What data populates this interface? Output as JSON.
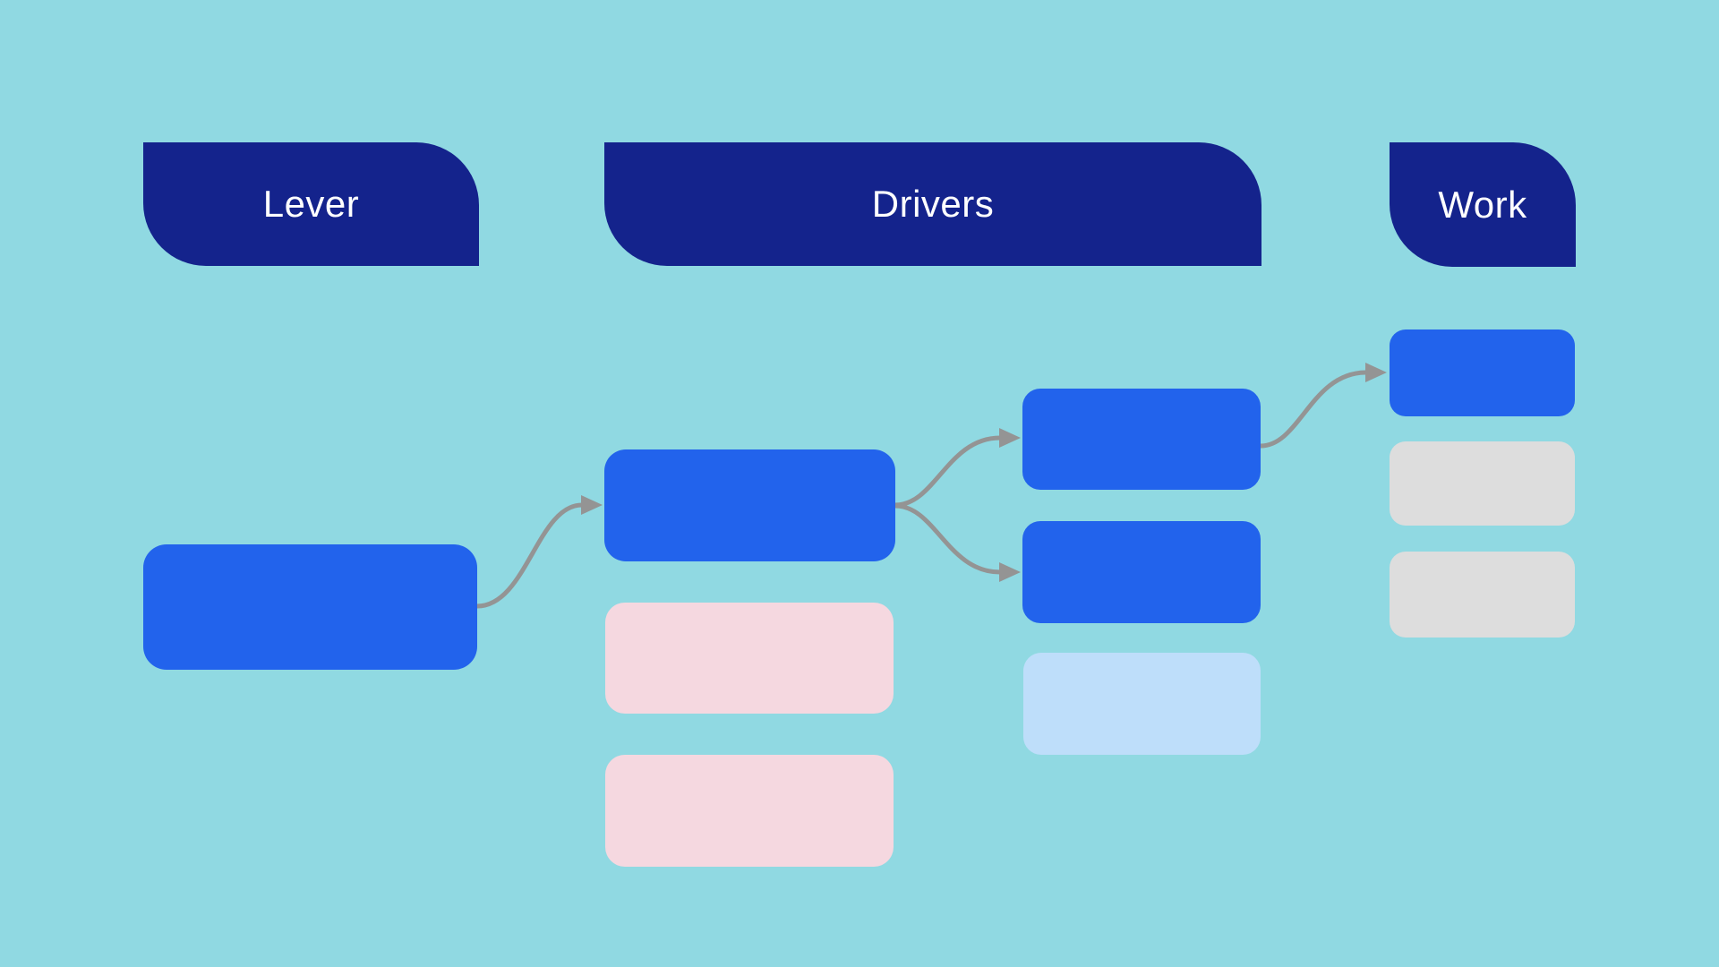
{
  "diagram": {
    "title": "Lever - Drivers - Work flow diagram",
    "columns": [
      {
        "id": "lever",
        "header": "Lever"
      },
      {
        "id": "drivers",
        "header": "Drivers"
      },
      {
        "id": "work",
        "header": "Work"
      }
    ],
    "palette": {
      "background": "#90d9e2",
      "header_fill": "#14238c",
      "header_text": "#ffffff",
      "primary_node": "#2263ec",
      "pink_node": "#f5d8e0",
      "light_blue_node": "#bedefa",
      "gray_node": "#dddddd",
      "arrow": "#949494"
    },
    "nodes": [
      {
        "id": "lever-node",
        "column": "lever",
        "color_role": "primary_node"
      },
      {
        "id": "driver-main",
        "column": "drivers",
        "color_role": "primary_node"
      },
      {
        "id": "pink-1",
        "column": "drivers",
        "color_role": "pink_node"
      },
      {
        "id": "pink-2",
        "column": "drivers",
        "color_role": "pink_node"
      },
      {
        "id": "sub-blue-1",
        "column": "drivers",
        "color_role": "primary_node"
      },
      {
        "id": "sub-blue-2",
        "column": "drivers",
        "color_role": "primary_node"
      },
      {
        "id": "sub-lblue",
        "column": "drivers",
        "color_role": "light_blue_node"
      },
      {
        "id": "work-blue",
        "column": "work",
        "color_role": "primary_node"
      },
      {
        "id": "work-gray-1",
        "column": "work",
        "color_role": "gray_node"
      },
      {
        "id": "work-gray-2",
        "column": "work",
        "color_role": "gray_node"
      }
    ],
    "connectors": [
      {
        "from": "lever-node",
        "to": "driver-main"
      },
      {
        "from": "driver-main",
        "to": "sub-blue-1"
      },
      {
        "from": "driver-main",
        "to": "sub-blue-2"
      },
      {
        "from": "sub-blue-1",
        "to": "work-blue"
      }
    ]
  }
}
